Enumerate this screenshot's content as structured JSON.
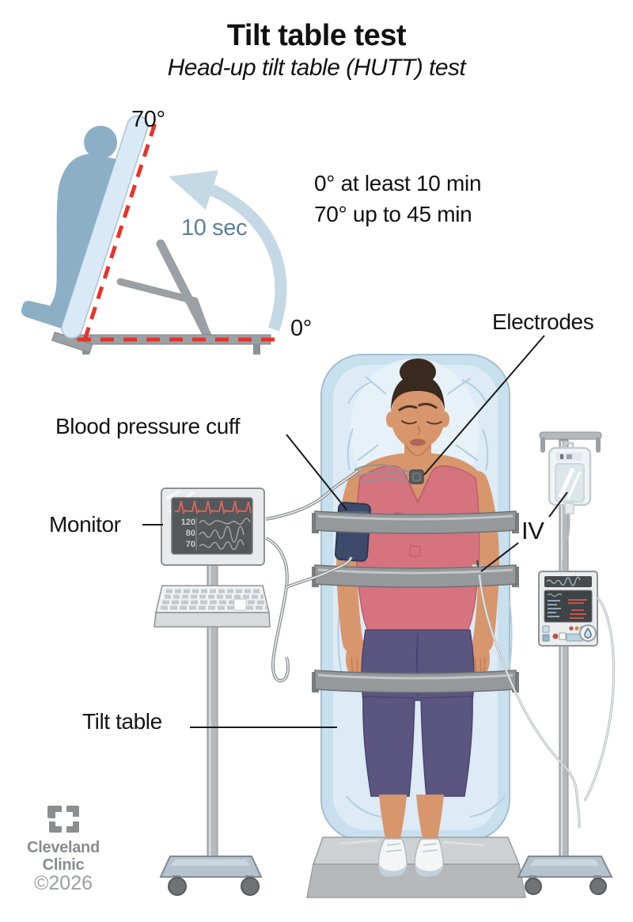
{
  "header": {
    "title": "Tilt table test",
    "subtitle": "Head-up tilt table (HUTT) test"
  },
  "inset": {
    "top_angle": "70°",
    "tilt_duration": "10 sec",
    "base_angle": "0°"
  },
  "protocol": {
    "line1": "0° at least 10 min",
    "line2": "70° up to 45 min"
  },
  "labels": {
    "electrodes": "Electrodes",
    "blood_pressure_cuff": "Blood pressure cuff",
    "monitor": "Monitor",
    "iv": "IV",
    "tilt_table": "Tilt table"
  },
  "monitor_readings": [
    "120",
    "80",
    "70"
  ],
  "footer": {
    "brand_line1": "Cleveland",
    "brand_line2": "Clinic",
    "copyright": "©2026"
  },
  "colors": {
    "dash_red": "#e8322b",
    "duration_blue": "#5d7f96",
    "ecg_red": "#dd6660",
    "mattress_blue": "#cde3f0",
    "scrub_pink": "#d5737e",
    "leggings_purple": "#5b5680"
  }
}
